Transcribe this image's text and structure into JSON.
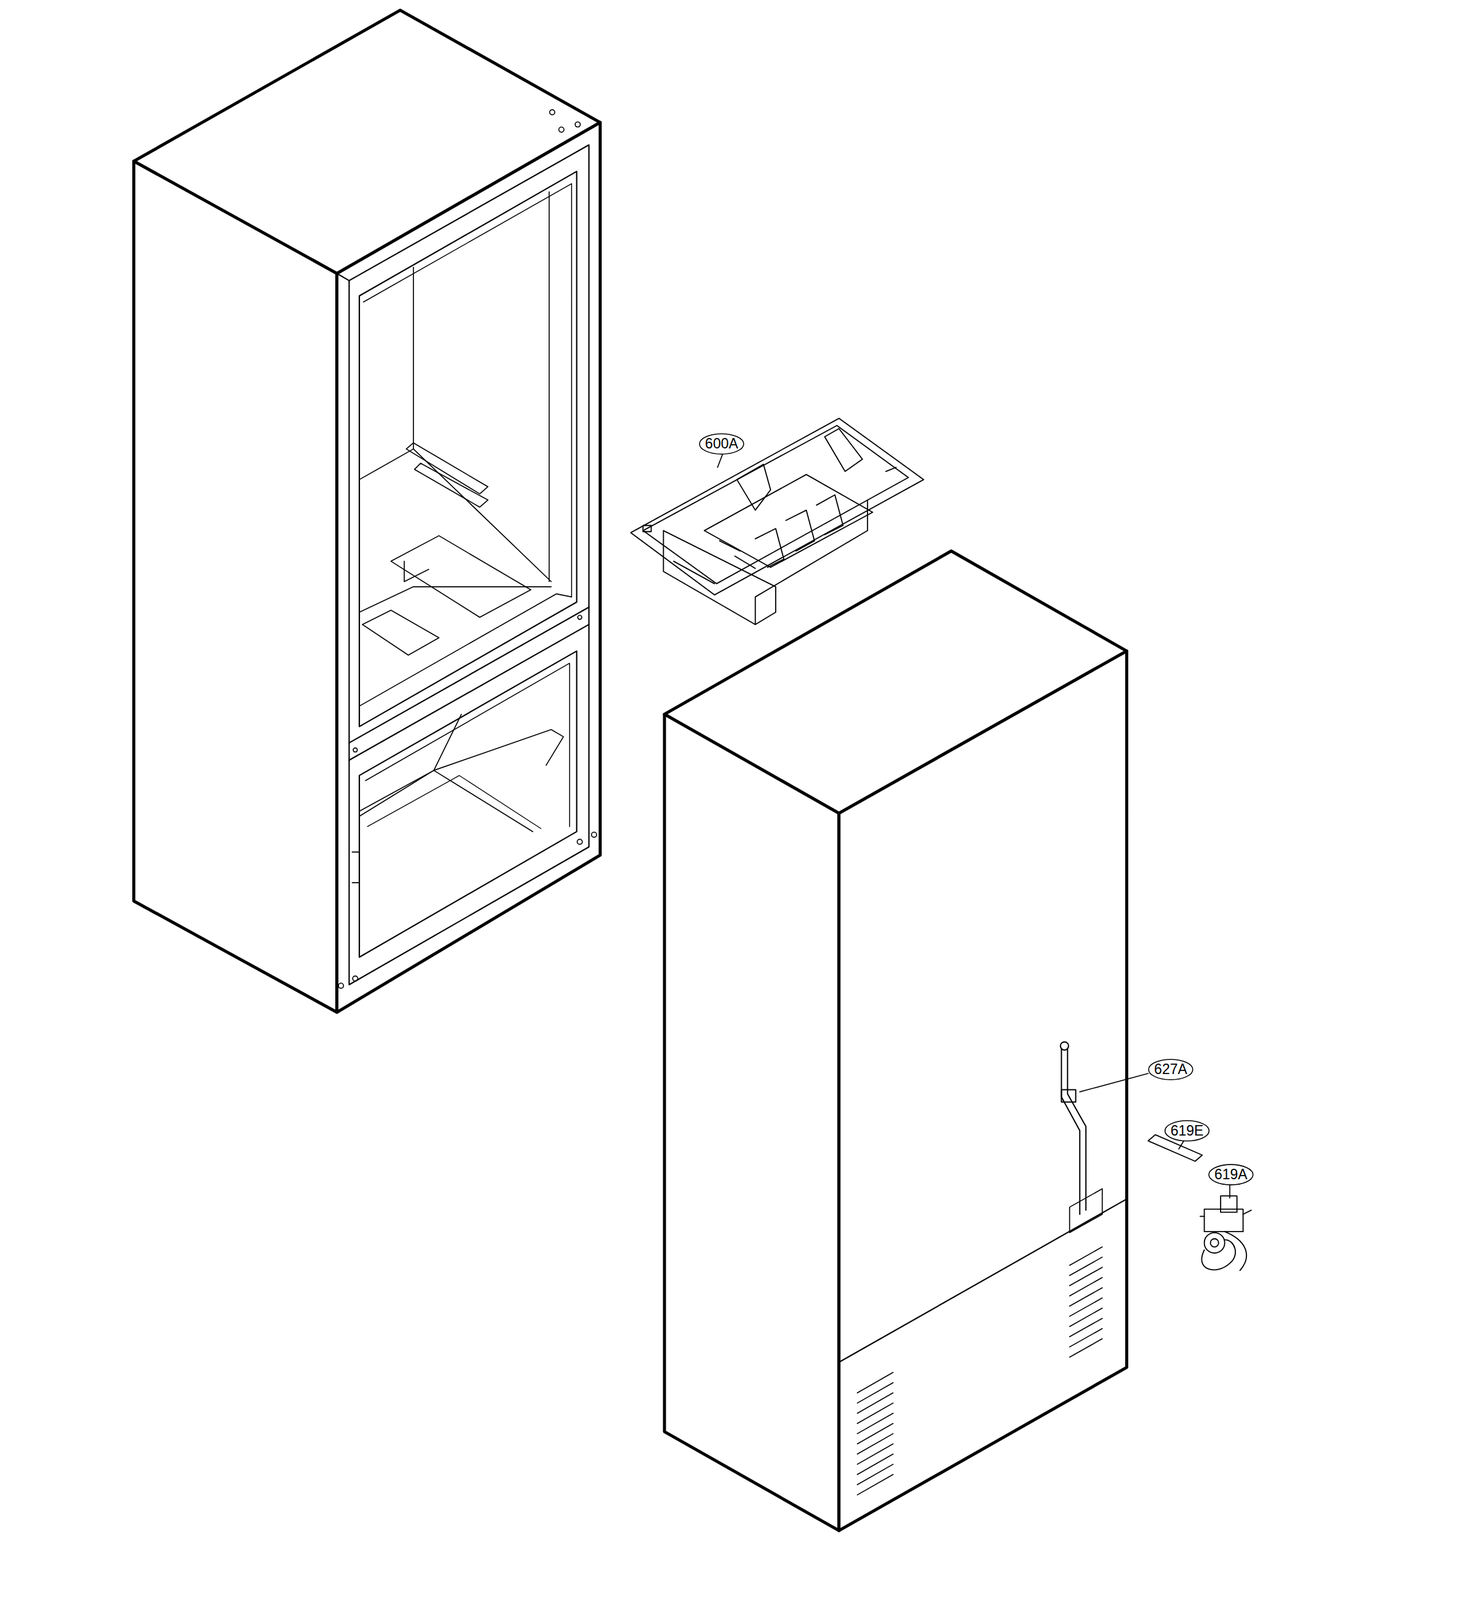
{
  "diagram": {
    "labels": [
      "600A",
      "627A",
      "619E",
      "619A"
    ]
  }
}
